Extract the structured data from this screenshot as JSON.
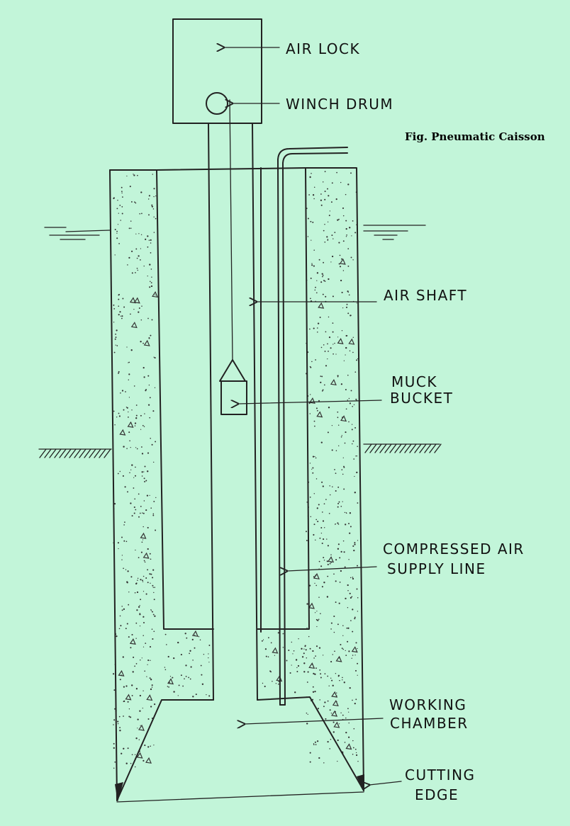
{
  "figure": {
    "caption": "Fig. Pneumatic Caisson",
    "background_color": "#c2f5d9",
    "ink_color": "#222222"
  },
  "labels": {
    "air_lock": "AIR LOCK",
    "winch_drum": "WINCH DRUM",
    "air_shaft": "AIR SHAFT",
    "muck_bucket_line1": "MUCK",
    "muck_bucket_line2": "BUCKET",
    "compressed_air_line1": "COMPRESSED AIR",
    "compressed_air_line2": "SUPPLY LINE",
    "working_chamber_line1": "WORKING",
    "working_chamber_line2": "CHAMBER",
    "cutting_edge_line1": "CUTTING",
    "cutting_edge_line2": "EDGE"
  }
}
